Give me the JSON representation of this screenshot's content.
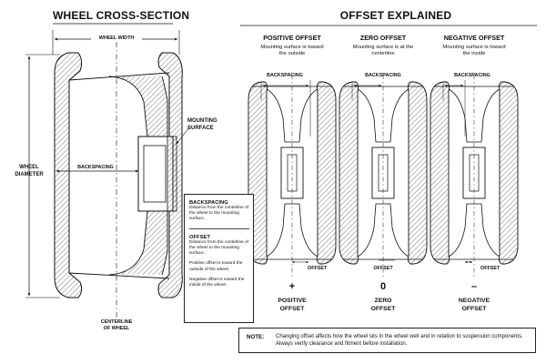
{
  "left": {
    "title": "WHEEL CROSS-SECTION",
    "wheel_width": "WHEEL WIDTH",
    "wheel_diameter": [
      "WHEEL",
      "DIAMETER"
    ],
    "backspacing": "BACKSPACING",
    "mounting_surface": [
      "MOUNTING",
      "SURFACE"
    ],
    "centerline": [
      "CENTERLINE",
      "OF WHEEL"
    ]
  },
  "legend": {
    "backspacing_title": "BACKSPACING",
    "backspacing_desc": "Distance from the centerline of the wheel to the mounting surface.",
    "offset_title": "OFFSET",
    "offset_desc": "Distance from the centerline of the wheel to the mounting surface.",
    "positive_desc": "Positive offset is toward the outside of the wheel.",
    "negative_desc": "Negative offset is toward the inside of the wheel."
  },
  "right": {
    "title": "OFFSET EXPLAINED",
    "panels": [
      {
        "heading": "POSITIVE OFFSET",
        "desc": "Mounting surface is toward the outside",
        "backspacing": "BACKSPACING",
        "offset": "OFFSET",
        "symbol": "+",
        "bottom": [
          "POSITIVE",
          "OFFSET"
        ]
      },
      {
        "heading": "ZERO OFFSET",
        "desc": "Mounting surface is at the centerline",
        "backspacing": "BACKSPACING",
        "offset": "OFFSET",
        "symbol": "0",
        "bottom": [
          "ZERO",
          "OFFSET"
        ]
      },
      {
        "heading": "NEGATIVE OFFSET",
        "desc": "Mounting surface is toward the inside",
        "backspacing": "BACKSPACING",
        "offset": "OFFSET",
        "symbol": "–",
        "bottom": [
          "NEGATIVE",
          "OFFSET"
        ]
      }
    ]
  },
  "note": {
    "label": "NOTE:",
    "text": "Changing offset affects how the wheel sits in the wheel well and in relation to suspension components. Always verify clearance and fitment before installation."
  }
}
